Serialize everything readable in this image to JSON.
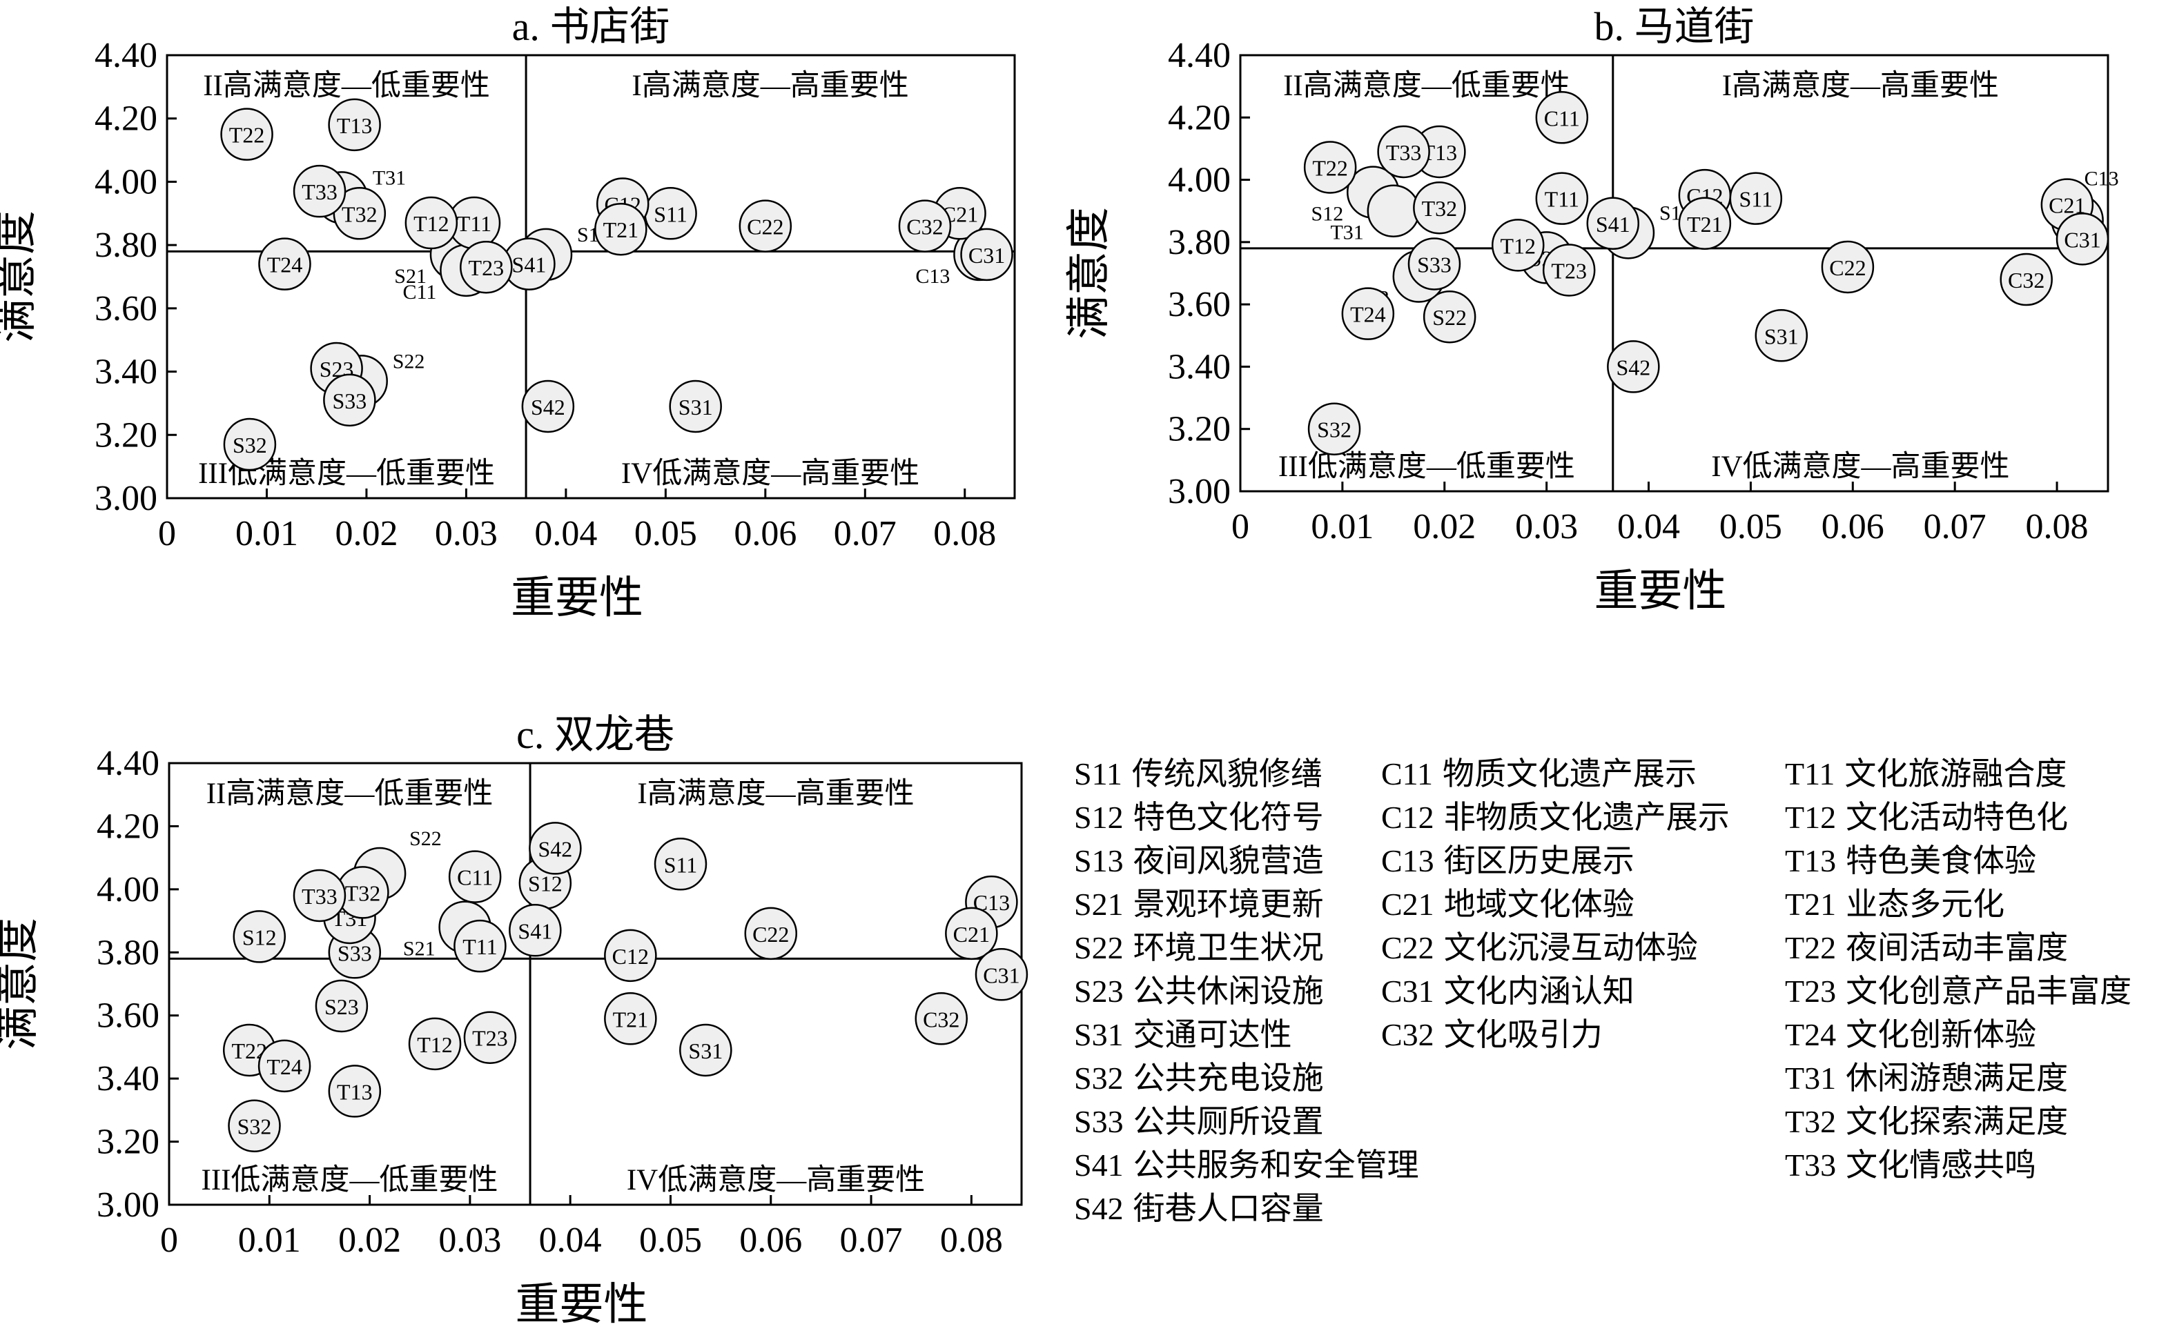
{
  "panels": [
    {
      "id": "a",
      "title": "a. 书店街",
      "quadrants": [
        "II高满意度—低重要性",
        "I高满意度—高重要性",
        "III低满意度—低重要性",
        "IV低满意度—高重要性"
      ]
    },
    {
      "id": "b",
      "title": "b. 马道街",
      "quadrants": [
        "II高满意度—低重要性",
        "I高满意度—高重要性",
        "III低满意度—低重要性",
        "IV低满意度—高重要性"
      ]
    },
    {
      "id": "c",
      "title": "c. 双龙巷",
      "quadrants": [
        "II高满意度—低重要性",
        "I高满意度—高重要性",
        "III低满意度—低重要性",
        "IV低满意度—高重要性"
      ]
    }
  ],
  "legend": {
    "col1": [
      {
        "code": "S11",
        "label": "传统风貌修缮"
      },
      {
        "code": "S12",
        "label": "特色文化符号"
      },
      {
        "code": "S13",
        "label": "夜间风貌营造"
      },
      {
        "code": "S21",
        "label": "景观环境更新"
      },
      {
        "code": "S22",
        "label": "环境卫生状况"
      },
      {
        "code": "S23",
        "label": "公共休闲设施"
      },
      {
        "code": "S31",
        "label": "交通可达性"
      },
      {
        "code": "S32",
        "label": "公共充电设施"
      },
      {
        "code": "S33",
        "label": "公共厕所设置"
      },
      {
        "code": "S41",
        "label": "公共服务和安全管理"
      },
      {
        "code": "S42",
        "label": "街巷人口容量"
      }
    ],
    "col2": [
      {
        "code": "C11",
        "label": "物质文化遗产展示"
      },
      {
        "code": "C12",
        "label": "非物质文化遗产展示"
      },
      {
        "code": "C13",
        "label": "街区历史展示"
      },
      {
        "code": "C21",
        "label": "地域文化体验"
      },
      {
        "code": "C22",
        "label": "文化沉浸互动体验"
      },
      {
        "code": "C31",
        "label": "文化内涵认知"
      },
      {
        "code": "C32",
        "label": "文化吸引力"
      }
    ],
    "col3": [
      {
        "code": "T11",
        "label": "文化旅游融合度"
      },
      {
        "code": "T12",
        "label": "文化活动特色化"
      },
      {
        "code": "T13",
        "label": "特色美食体验"
      },
      {
        "code": "T21",
        "label": "业态多元化"
      },
      {
        "code": "T22",
        "label": "夜间活动丰富度"
      },
      {
        "code": "T23",
        "label": "文化创意产品丰富度"
      },
      {
        "code": "T24",
        "label": "文化创新体验"
      },
      {
        "code": "T31",
        "label": "休闲游憩满足度"
      },
      {
        "code": "T32",
        "label": "文化探索满足度"
      },
      {
        "code": "T33",
        "label": "文化情感共鸣"
      }
    ]
  },
  "colors": {
    "marker_fill": "#efefef",
    "stroke": "#000000",
    "background": "#ffffff"
  },
  "chart_data": [
    {
      "type": "scatter",
      "title": "a. 书店街",
      "xlabel": "重要性",
      "ylabel": "满意度",
      "xlim": [
        0,
        0.085
      ],
      "ylim": [
        3.0,
        4.4
      ],
      "xticks": [
        0,
        0.01,
        0.02,
        0.03,
        0.04,
        0.05,
        0.06,
        0.07,
        0.08
      ],
      "xtick_labels": [
        "0",
        "0.01",
        "0.02",
        "0.03",
        "0.04",
        "0.05",
        "0.06",
        "0.07",
        "0.08"
      ],
      "yticks": [
        3.0,
        3.2,
        3.4,
        3.6,
        3.8,
        4.0,
        4.2,
        4.4
      ],
      "ytick_labels": [
        "3.00",
        "3.20",
        "3.40",
        "3.60",
        "3.80",
        "4.00",
        "4.20",
        "4.40"
      ],
      "divider_x": 0.036,
      "divider_y": 3.78,
      "grid": false,
      "points": [
        {
          "label": "S11",
          "x": 0.0505,
          "y": 3.9,
          "tag": "in"
        },
        {
          "label": "S12",
          "x": 0.038,
          "y": 3.77,
          "tag": "right"
        },
        {
          "label": "S21",
          "x": 0.029,
          "y": 3.77,
          "tag": "left"
        },
        {
          "label": "S22",
          "x": 0.0195,
          "y": 3.37,
          "tag": "right"
        },
        {
          "label": "S23",
          "x": 0.017,
          "y": 3.41,
          "tag": "in"
        },
        {
          "label": "S31",
          "x": 0.053,
          "y": 3.29,
          "tag": "in"
        },
        {
          "label": "S32",
          "x": 0.0083,
          "y": 3.17,
          "tag": "in"
        },
        {
          "label": "S33",
          "x": 0.0183,
          "y": 3.31,
          "tag": "in"
        },
        {
          "label": "S41",
          "x": 0.0363,
          "y": 3.74,
          "tag": "in"
        },
        {
          "label": "S42",
          "x": 0.0382,
          "y": 3.29,
          "tag": "in"
        },
        {
          "label": "C11",
          "x": 0.03,
          "y": 3.72,
          "tag": "left"
        },
        {
          "label": "C12",
          "x": 0.0457,
          "y": 3.93,
          "tag": "in"
        },
        {
          "label": "C13",
          "x": 0.0815,
          "y": 3.77,
          "tag": "left"
        },
        {
          "label": "C21",
          "x": 0.0795,
          "y": 3.9,
          "tag": "in"
        },
        {
          "label": "C22",
          "x": 0.06,
          "y": 3.86,
          "tag": "in"
        },
        {
          "label": "C31",
          "x": 0.0822,
          "y": 3.77,
          "tag": "in"
        },
        {
          "label": "C32",
          "x": 0.076,
          "y": 3.86,
          "tag": "in"
        },
        {
          "label": "T11",
          "x": 0.0308,
          "y": 3.87,
          "tag": "in"
        },
        {
          "label": "T12",
          "x": 0.0265,
          "y": 3.87,
          "tag": "in"
        },
        {
          "label": "T13",
          "x": 0.0188,
          "y": 4.18,
          "tag": "in"
        },
        {
          "label": "T21",
          "x": 0.0455,
          "y": 3.85,
          "tag": "in"
        },
        {
          "label": "T22",
          "x": 0.008,
          "y": 4.15,
          "tag": "in"
        },
        {
          "label": "T23",
          "x": 0.032,
          "y": 3.73,
          "tag": "in"
        },
        {
          "label": "T24",
          "x": 0.0118,
          "y": 3.74,
          "tag": "in"
        },
        {
          "label": "T31",
          "x": 0.0175,
          "y": 3.95,
          "tag": "right"
        },
        {
          "label": "T32",
          "x": 0.0193,
          "y": 3.9,
          "tag": "in"
        },
        {
          "label": "T33",
          "x": 0.0153,
          "y": 3.97,
          "tag": "in"
        }
      ]
    },
    {
      "type": "scatter",
      "title": "b. 马道街",
      "xlabel": "重要性",
      "ylabel": "满意度",
      "xlim": [
        0,
        0.085
      ],
      "ylim": [
        3.0,
        4.4
      ],
      "xticks": [
        0,
        0.01,
        0.02,
        0.03,
        0.04,
        0.05,
        0.06,
        0.07,
        0.08
      ],
      "xtick_labels": [
        "0",
        "0.01",
        "0.02",
        "0.03",
        "0.04",
        "0.05",
        "0.06",
        "0.07",
        "0.08"
      ],
      "yticks": [
        3.0,
        3.2,
        3.4,
        3.6,
        3.8,
        4.0,
        4.2,
        4.4
      ],
      "ytick_labels": [
        "3.00",
        "3.20",
        "3.40",
        "3.60",
        "3.80",
        "4.00",
        "4.20",
        "4.40"
      ],
      "divider_x": 0.0365,
      "divider_y": 3.78,
      "grid": false,
      "points": [
        {
          "label": "S11",
          "x": 0.0505,
          "y": 3.94,
          "tag": "in"
        },
        {
          "label": "S12",
          "x": 0.038,
          "y": 3.83,
          "tag": "right"
        },
        {
          "label": "S12",
          "x": 0.013,
          "y": 3.96,
          "tag": "left"
        },
        {
          "label": "S21",
          "x": 0.03,
          "y": 3.75,
          "tag": "in"
        },
        {
          "label": "S22",
          "x": 0.0205,
          "y": 3.56,
          "tag": "in"
        },
        {
          "label": "S23",
          "x": 0.0175,
          "y": 3.69,
          "tag": "left"
        },
        {
          "label": "S31",
          "x": 0.053,
          "y": 3.5,
          "tag": "in"
        },
        {
          "label": "S32",
          "x": 0.0092,
          "y": 3.2,
          "tag": "in"
        },
        {
          "label": "S33",
          "x": 0.019,
          "y": 3.73,
          "tag": "in"
        },
        {
          "label": "S41",
          "x": 0.0365,
          "y": 3.86,
          "tag": "in"
        },
        {
          "label": "S42",
          "x": 0.0385,
          "y": 3.4,
          "tag": "in"
        },
        {
          "label": "C11",
          "x": 0.0315,
          "y": 4.2,
          "tag": "in"
        },
        {
          "label": "C12",
          "x": 0.0455,
          "y": 3.95,
          "tag": "in"
        },
        {
          "label": "C13",
          "x": 0.082,
          "y": 3.87,
          "tag": "tl"
        },
        {
          "label": "C21",
          "x": 0.081,
          "y": 3.92,
          "tag": "in"
        },
        {
          "label": "C22",
          "x": 0.0595,
          "y": 3.72,
          "tag": "in"
        },
        {
          "label": "C31",
          "x": 0.0825,
          "y": 3.81,
          "tag": "in"
        },
        {
          "label": "C32",
          "x": 0.077,
          "y": 3.68,
          "tag": "in"
        },
        {
          "label": "T11",
          "x": 0.0315,
          "y": 3.94,
          "tag": "in"
        },
        {
          "label": "T12",
          "x": 0.0272,
          "y": 3.79,
          "tag": "in"
        },
        {
          "label": "T13",
          "x": 0.0195,
          "y": 4.09,
          "tag": "in"
        },
        {
          "label": "T21",
          "x": 0.0455,
          "y": 3.86,
          "tag": "in"
        },
        {
          "label": "T22",
          "x": 0.0088,
          "y": 4.04,
          "tag": "in"
        },
        {
          "label": "T23",
          "x": 0.0322,
          "y": 3.71,
          "tag": "in"
        },
        {
          "label": "T24",
          "x": 0.0125,
          "y": 3.57,
          "tag": "in"
        },
        {
          "label": "T31",
          "x": 0.015,
          "y": 3.9,
          "tag": "left"
        },
        {
          "label": "T32",
          "x": 0.0195,
          "y": 3.91,
          "tag": "in"
        },
        {
          "label": "T33",
          "x": 0.016,
          "y": 4.09,
          "tag": "in"
        }
      ]
    },
    {
      "type": "scatter",
      "title": "c. 双龙巷",
      "xlabel": "重要性",
      "ylabel": "满意度",
      "xlim": [
        0,
        0.085
      ],
      "ylim": [
        3.0,
        4.4
      ],
      "xticks": [
        0,
        0.01,
        0.02,
        0.03,
        0.04,
        0.05,
        0.06,
        0.07,
        0.08
      ],
      "xtick_labels": [
        "0",
        "0.01",
        "0.02",
        "0.03",
        "0.04",
        "0.05",
        "0.06",
        "0.07",
        "0.08"
      ],
      "yticks": [
        3.0,
        3.2,
        3.4,
        3.6,
        3.8,
        4.0,
        4.2,
        4.4
      ],
      "ytick_labels": [
        "3.00",
        "3.20",
        "3.40",
        "3.60",
        "3.80",
        "4.00",
        "4.20",
        "4.40"
      ],
      "divider_x": 0.036,
      "divider_y": 3.78,
      "grid": false,
      "points": [
        {
          "label": "S11",
          "x": 0.051,
          "y": 4.08,
          "tag": "in"
        },
        {
          "label": "S12",
          "x": 0.0375,
          "y": 4.02,
          "tag": "in"
        },
        {
          "label": "S12",
          "x": 0.009,
          "y": 3.85,
          "tag": "in"
        },
        {
          "label": "S21",
          "x": 0.0295,
          "y": 3.88,
          "tag": "left"
        },
        {
          "label": "S22",
          "x": 0.021,
          "y": 4.05,
          "tag": "tr"
        },
        {
          "label": "S23",
          "x": 0.0172,
          "y": 3.63,
          "tag": "in"
        },
        {
          "label": "S31",
          "x": 0.0535,
          "y": 3.49,
          "tag": "in"
        },
        {
          "label": "S32",
          "x": 0.0085,
          "y": 3.25,
          "tag": "in"
        },
        {
          "label": "S33",
          "x": 0.0185,
          "y": 3.8,
          "tag": "in"
        },
        {
          "label": "S41",
          "x": 0.0365,
          "y": 3.87,
          "tag": "in"
        },
        {
          "label": "S42",
          "x": 0.0385,
          "y": 4.13,
          "tag": "in"
        },
        {
          "label": "C11",
          "x": 0.0305,
          "y": 4.04,
          "tag": "in"
        },
        {
          "label": "C12",
          "x": 0.046,
          "y": 3.79,
          "tag": "in"
        },
        {
          "label": "C13",
          "x": 0.082,
          "y": 3.96,
          "tag": "in"
        },
        {
          "label": "C21",
          "x": 0.08,
          "y": 3.86,
          "tag": "in"
        },
        {
          "label": "C22",
          "x": 0.06,
          "y": 3.86,
          "tag": "in"
        },
        {
          "label": "C31",
          "x": 0.083,
          "y": 3.73,
          "tag": "in"
        },
        {
          "label": "C32",
          "x": 0.077,
          "y": 3.59,
          "tag": "in"
        },
        {
          "label": "T11",
          "x": 0.031,
          "y": 3.82,
          "tag": "in"
        },
        {
          "label": "T12",
          "x": 0.0265,
          "y": 3.51,
          "tag": "in"
        },
        {
          "label": "T13",
          "x": 0.0185,
          "y": 3.36,
          "tag": "in"
        },
        {
          "label": "T21",
          "x": 0.046,
          "y": 3.59,
          "tag": "in"
        },
        {
          "label": "T22",
          "x": 0.008,
          "y": 3.49,
          "tag": "in"
        },
        {
          "label": "T23",
          "x": 0.032,
          "y": 3.53,
          "tag": "in"
        },
        {
          "label": "T24",
          "x": 0.0115,
          "y": 3.44,
          "tag": "in"
        },
        {
          "label": "T31",
          "x": 0.018,
          "y": 3.91,
          "tag": "in"
        },
        {
          "label": "T32",
          "x": 0.0193,
          "y": 3.99,
          "tag": "in"
        },
        {
          "label": "T33",
          "x": 0.015,
          "y": 3.98,
          "tag": "in"
        }
      ]
    }
  ]
}
